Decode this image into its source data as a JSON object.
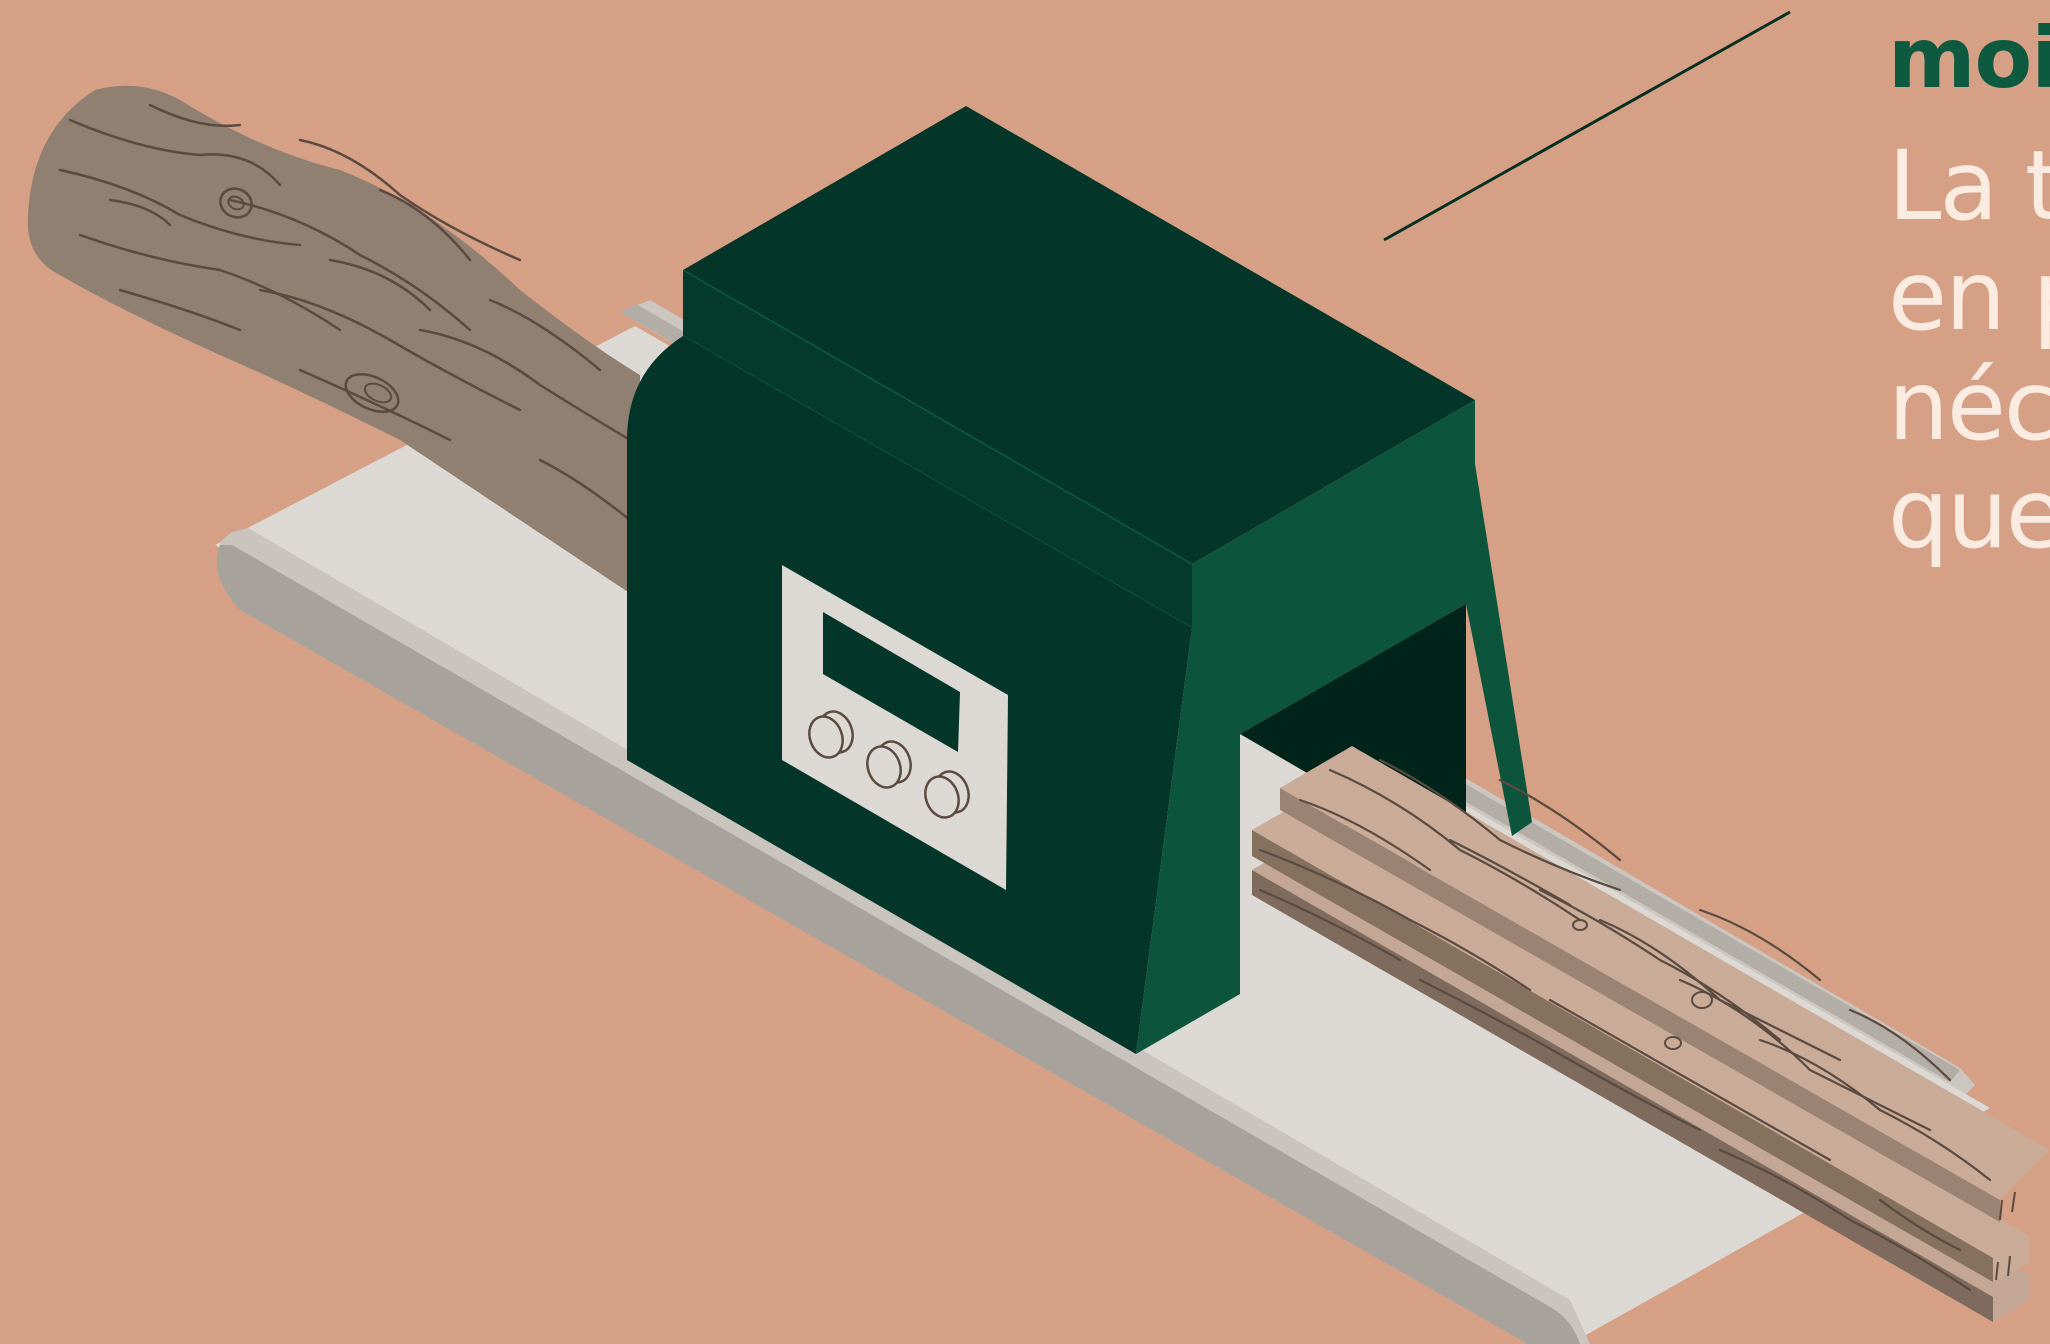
{
  "colors": {
    "background": "#d5a085",
    "machine_dark": "#033629",
    "machine_mid": "#0d543d",
    "caption_title": "#0d5a40",
    "caption_text": "#fbebe0",
    "conveyor": "#dcd8d3",
    "conveyor_rail": "#a8a29d",
    "log": "#8f8072",
    "planks": "#c9ab98",
    "wood_grain": "#5b4a40"
  },
  "icons": {
    "log": "log-icon",
    "planks": "planks-icon",
    "sawmill": "sawmill-machine-icon",
    "knob": "knob-icon"
  },
  "caption": {
    "title": "moi",
    "lines": [
      "La t",
      "en p",
      "néce",
      "que"
    ]
  }
}
